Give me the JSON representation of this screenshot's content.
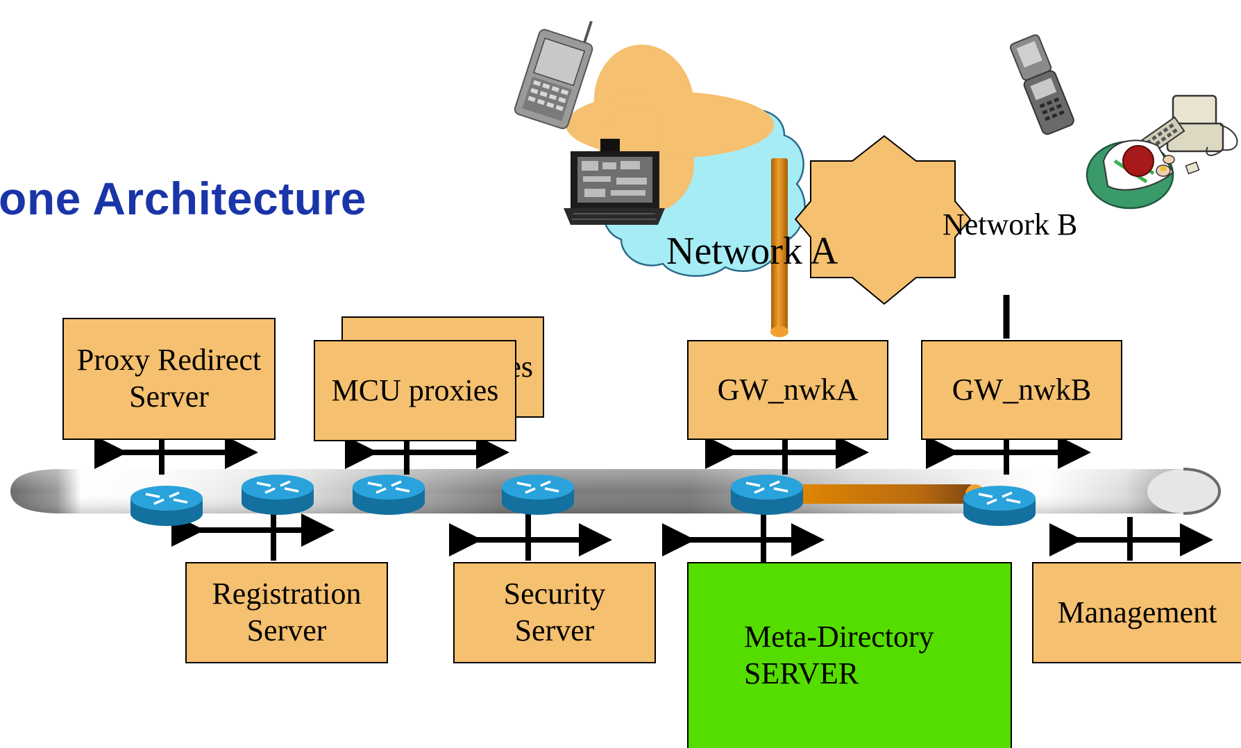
{
  "title": "one Architecture",
  "networks": {
    "a": "Network A",
    "b": "Network B"
  },
  "boxes": {
    "proxy_redirect": "Proxy Redirect\nServer",
    "mcu_back_fragment": "es",
    "mcu_proxies": "MCU proxies",
    "gw_a": "GW_nwkA",
    "gw_b": "GW_nwkB",
    "registration": "Registration\nServer",
    "security": "Security\nServer",
    "meta_directory": "Meta-Directory\nSERVER",
    "management": "Management"
  },
  "colors": {
    "box_fill": "#f5c06f",
    "meta_fill": "#55dd00",
    "title": "#1a35a8",
    "router": "#1e8ec7",
    "link": "#e58a00",
    "cloud": "#a6ecf5"
  },
  "icons": [
    "pda-icon",
    "laptop-icon",
    "flip-phone-icon",
    "user-at-workstation-icon",
    "router-icon"
  ]
}
